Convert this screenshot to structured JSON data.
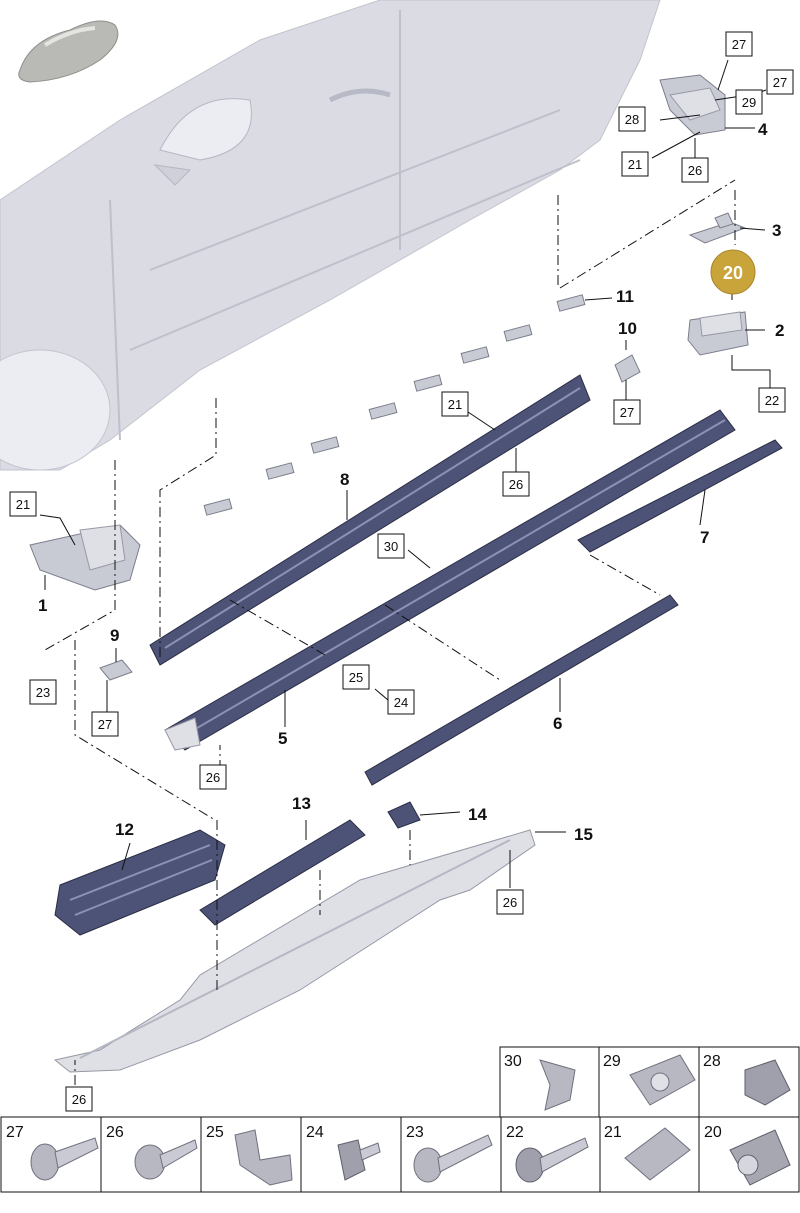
{
  "callouts": {
    "c1": "1",
    "c2": "2",
    "c3": "3",
    "c4": "4",
    "c5": "5",
    "c6": "6",
    "c7": "7",
    "c8": "8",
    "c9": "9",
    "c10": "10",
    "c11": "11",
    "c12": "12",
    "c13": "13",
    "c14": "14",
    "c15": "15"
  },
  "highlight": {
    "label": "20",
    "color": "#c9a43a"
  },
  "boxed_refs": {
    "b27a": "27",
    "b27b": "27",
    "b29": "29",
    "b28": "28",
    "b21a": "21",
    "b26a": "26",
    "b22": "22",
    "b27c": "27",
    "b21b": "21",
    "b26b": "26",
    "b21c": "21",
    "b30": "30",
    "b23": "23",
    "b27d": "27",
    "b25": "25",
    "b24": "24",
    "b26c": "26",
    "b26d": "26",
    "b26e": "26"
  },
  "legend": {
    "top_row": [
      "30",
      "29",
      "28"
    ],
    "bottom_row": [
      "27",
      "26",
      "25",
      "24",
      "23",
      "22",
      "21",
      "20"
    ]
  },
  "colors": {
    "part_dark": "#4d5277",
    "part_grey": "#c9cbd4",
    "car_body": "#dadbe3"
  }
}
